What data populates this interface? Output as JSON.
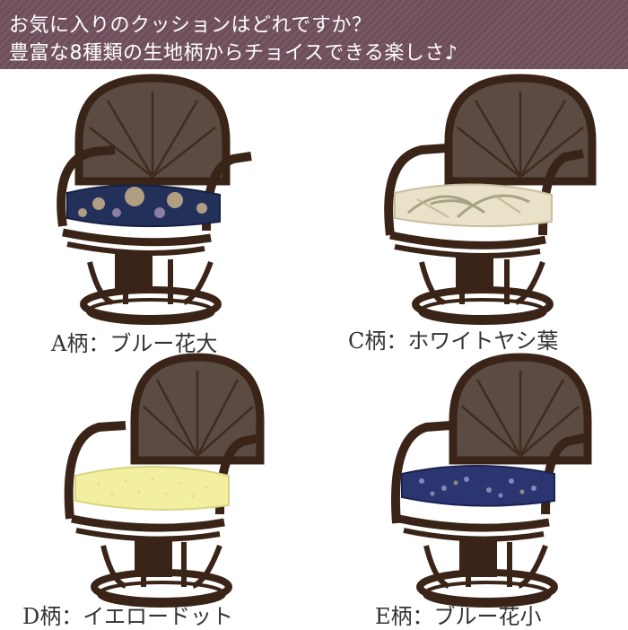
{
  "banner": {
    "line1": "お気に入りのクッションはどれですか？",
    "line2": "豊富な8種類の生地柄からチョイスできる楽しさ♪"
  },
  "colors": {
    "banner_bg": "#6e4e5a",
    "rattan_frame": "#3a2418",
    "cane_weave": "#5a4a40"
  },
  "chairs": [
    {
      "caption": "A柄：ブルー花大",
      "cushion": "blue-large-floral",
      "color": "#22305a"
    },
    {
      "caption": "C柄：ホワイトヤシ葉",
      "cushion": "white-palm-leaf",
      "color": "#eae2c8"
    },
    {
      "caption": "D柄：イエロードット",
      "cushion": "yellow-dot",
      "color": "#f2f0a0"
    },
    {
      "caption": "E柄：ブルー花小",
      "cushion": "blue-small-floral",
      "color": "#2b3570"
    }
  ]
}
